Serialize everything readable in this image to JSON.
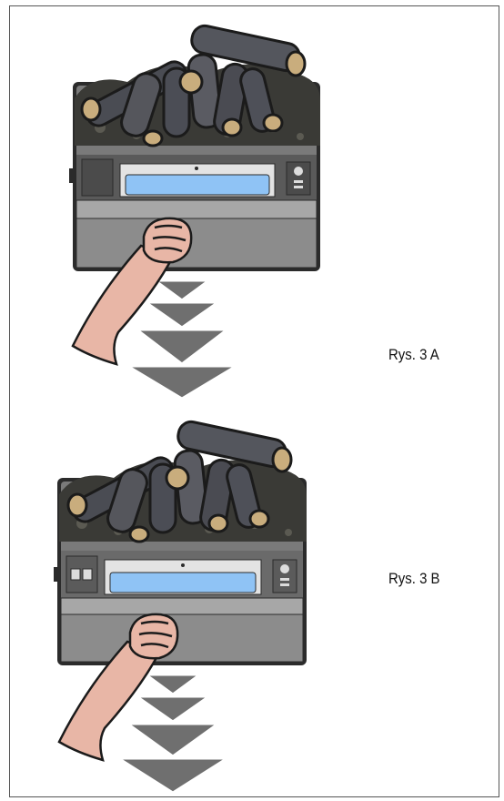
{
  "figures": [
    {
      "id": "3A",
      "caption": "Rys. 3 A"
    },
    {
      "id": "3B",
      "caption": "Rys. 3 B"
    }
  ],
  "colors": {
    "frame": "#555555",
    "body": "#8c8c8c",
    "drawer": "#a7a7a7",
    "panel": "#5a5a5a",
    "screen": "#8fc3f5",
    "arm": "#e8b6a6",
    "arrow": "#6f6f6f",
    "log_light": "#c9ad7d",
    "log_dark": "#3c3f46"
  },
  "icons": [
    "hand-pulling-icon",
    "pull-down-arrows-icon",
    "control-knob-icon"
  ]
}
